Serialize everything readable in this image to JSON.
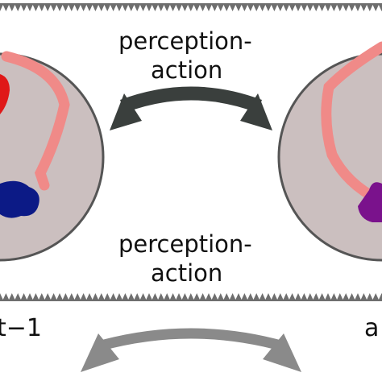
{
  "labels": {
    "top_line1": "perception-",
    "top_line2": "action",
    "middle_line1": "perception-",
    "middle_line2": "action",
    "left_caption": "t−1",
    "right_caption": "a"
  },
  "colors": {
    "background": "#ffffff",
    "strip": "#ffffff",
    "strip_border": "#6e6e6e",
    "cell": "#cbbfbf",
    "cell_border": "#555555",
    "pink_path": "#f08a88",
    "red_blob": "#e01818",
    "blue_blob": "#0c1a86",
    "purple_blob": "#7a128c",
    "dark_arrow": "#3a3f3d",
    "gray_arrow": "#8a8a8a"
  }
}
